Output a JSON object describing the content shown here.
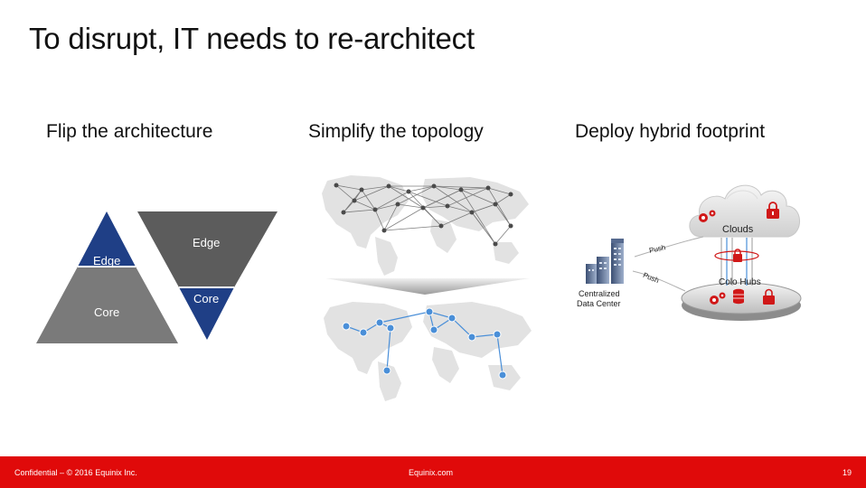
{
  "slide": {
    "title": "To disrupt, IT needs to re-architect",
    "columns": [
      {
        "heading": "Flip the architecture"
      },
      {
        "heading": "Simplify the topology"
      },
      {
        "heading": "Deploy hybrid footprint"
      }
    ]
  },
  "flip": {
    "left_edge": "Edge",
    "left_core": "Core",
    "right_edge": "Edge",
    "right_core": "Core"
  },
  "hybrid": {
    "clouds": "Clouds",
    "push_top": "Push",
    "push_bottom": "Push",
    "colo_hubs": "Colo Hubs",
    "data_center_line1": "Centralized",
    "data_center_line2": "Data Center"
  },
  "footer": {
    "confidential": "Confidential – © 2016 Equinix Inc.",
    "site": "Equinix.com",
    "page": "19"
  },
  "colors": {
    "accent_red": "#e00a0a",
    "dark_blue": "#1f3f86",
    "mid_gray": "#7a7a7a",
    "dark_gray": "#5c5c5c",
    "map_gray": "#e2e2e2",
    "node_blue": "#4a8fd8"
  },
  "icons": [
    "gear-icon",
    "lock-icon",
    "database-icon",
    "building-icon",
    "cloud-icon",
    "world-map-icon"
  ]
}
